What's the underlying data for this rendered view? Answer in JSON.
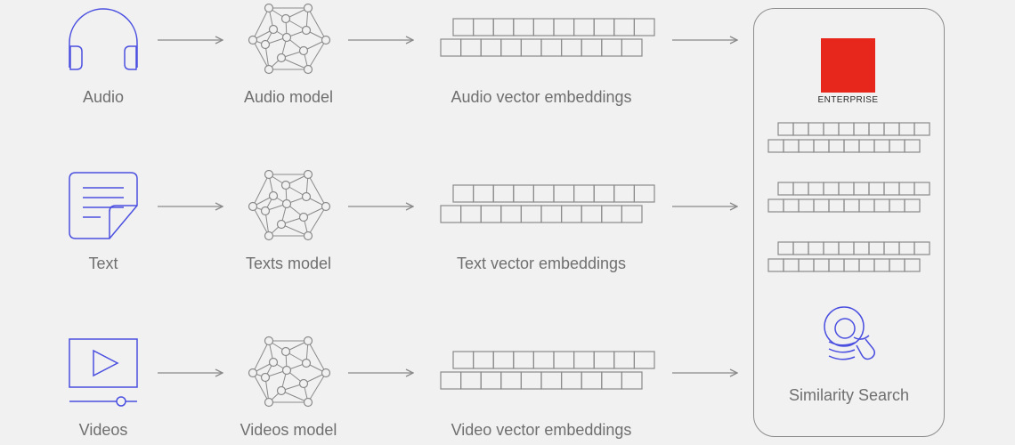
{
  "rows": [
    {
      "input_label": "Audio",
      "input_icon": "headphones-icon",
      "model_label": "Audio model",
      "embeddings_label": "Audio vector embeddings"
    },
    {
      "input_label": "Text",
      "input_icon": "document-icon",
      "model_label": "Texts model",
      "embeddings_label": "Text vector embeddings"
    },
    {
      "input_label": "Videos",
      "input_icon": "video-player-icon",
      "model_label": "Videos model",
      "embeddings_label": "Video vector embeddings"
    }
  ],
  "panel": {
    "logo_text": "ENTERPRISE",
    "search_label": "Similarity Search",
    "search_icon": "magnifier-stack-icon"
  },
  "colors": {
    "background": "#f1f1f1",
    "icon_blue": "#4a4fe0",
    "gray": "#8a8a8a",
    "logo_red": "#e8271c",
    "label": "#6f6f6f"
  }
}
